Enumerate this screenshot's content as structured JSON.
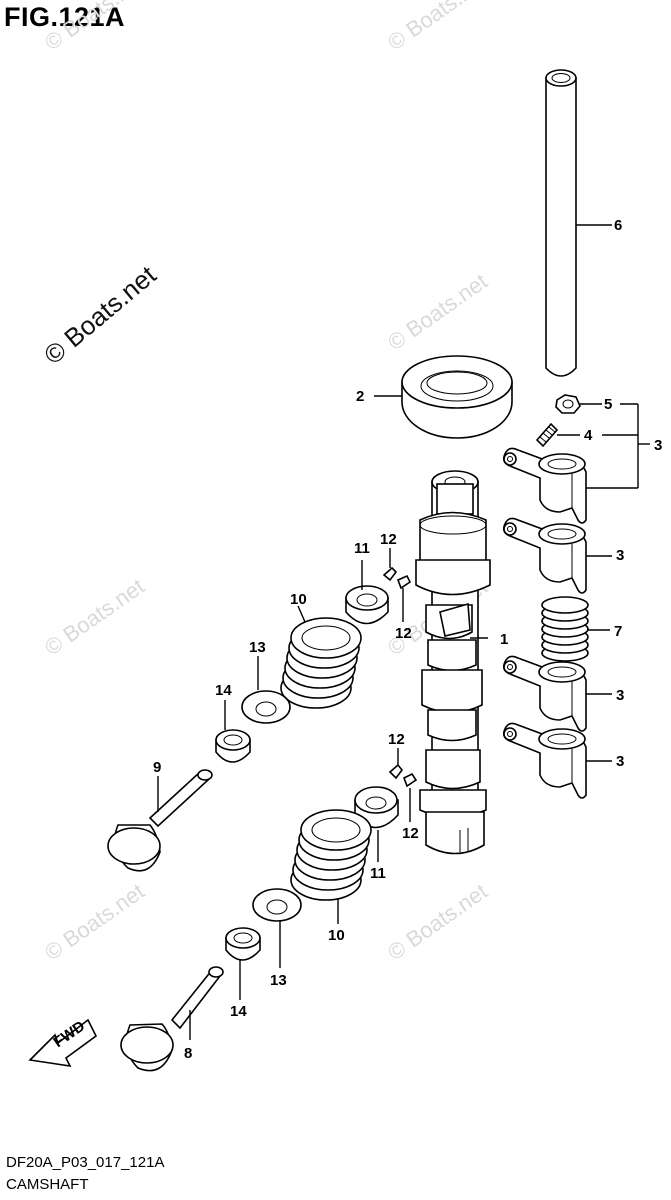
{
  "figure_title": "FIG.121A",
  "watermark": "© Boats.net",
  "drawing_code": "DF20A_P03_017_121A",
  "caption": "CAMSHAFT",
  "fwd_label": "FWD",
  "callouts": {
    "c1": "1",
    "c2": "2",
    "c3a": "3",
    "c3b": "3",
    "c3c": "3",
    "c3d": "3",
    "c4": "4",
    "c5": "5",
    "c6": "6",
    "c7": "7",
    "c8": "8",
    "c9": "9",
    "c10a": "10",
    "c10b": "10",
    "c11a": "11",
    "c11b": "11",
    "c12a": "12",
    "c12b": "12",
    "c12c": "12",
    "c12d": "12",
    "c13a": "13",
    "c13b": "13",
    "c14a": "14",
    "c14b": "14"
  }
}
